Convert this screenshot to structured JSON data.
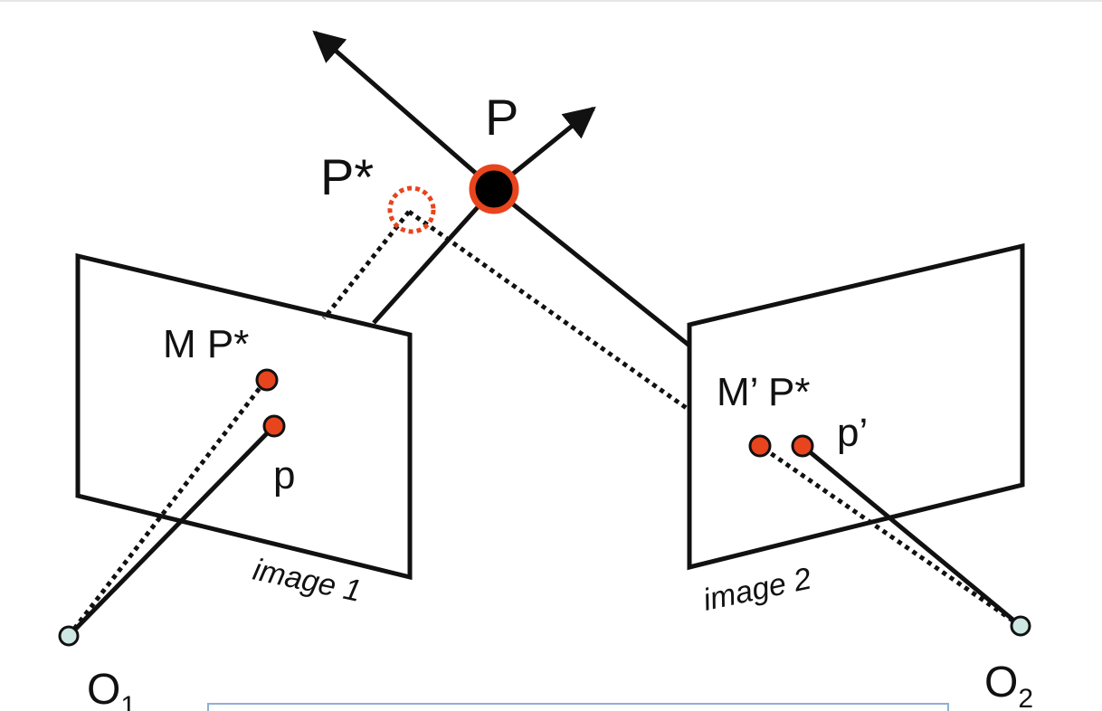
{
  "colors": {
    "line": "#111111",
    "point_fill": "#e8441d",
    "point_stroke": "#b2320f",
    "world_point_ring": "#e8441d",
    "world_point_core": "#000000",
    "camera_center_fill": "#cde7e2",
    "estimated_point_ring": "#e8441d",
    "bottom_box_border": "#8fb0d6"
  },
  "labels": {
    "world_point": "P",
    "estimated_point": "P*",
    "image1_projection": "M P*",
    "image1_point": "p",
    "image2_projection": "M’ P*",
    "image2_point": "p’",
    "image1_caption": "image 1",
    "image2_caption": "image 2",
    "camera1_letter": "O",
    "camera1_sub": "1",
    "camera2_letter": "O",
    "camera2_sub": "2"
  }
}
